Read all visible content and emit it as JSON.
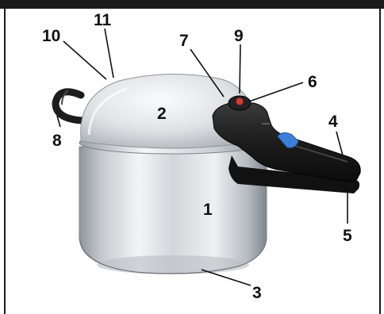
{
  "diagram": {
    "labels": {
      "n1": "1",
      "n2": "2",
      "n3": "3",
      "n4": "4",
      "n5": "5",
      "n6": "6",
      "n7": "7",
      "n8": "8",
      "n9": "9",
      "n10": "10",
      "n11": "11"
    }
  },
  "colors": {
    "frame": "#1a1a1a",
    "steel_light": "#f2f3f5",
    "steel_mid": "#c9cdd2",
    "steel_dark": "#8d949b",
    "handle_black": "#1c1c1c",
    "lock_button_blue": "#3d7fd6",
    "indicator_red": "#d33a32"
  },
  "icons": [
    "pressure-cooker-illustration"
  ]
}
